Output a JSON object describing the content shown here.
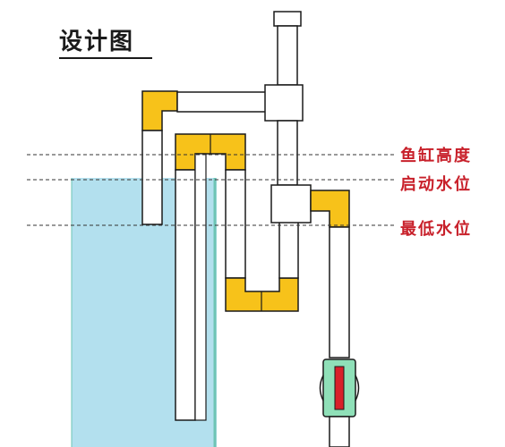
{
  "title": "设计图",
  "levels": {
    "tank_height": "鱼缸高度",
    "start_level": "启动水位",
    "min_level": "最低水位"
  },
  "colors": {
    "pipe_fill": "#ffffff",
    "pipe_outline": "#1a1a1a",
    "joint_fill": "#f7c21a",
    "water_fill": "#b3e0ee",
    "water_edge": "#6ec4b4",
    "valve_fill": "#8fe0b8",
    "valve_core": "#d8202a",
    "label_color": "#c8202a"
  }
}
